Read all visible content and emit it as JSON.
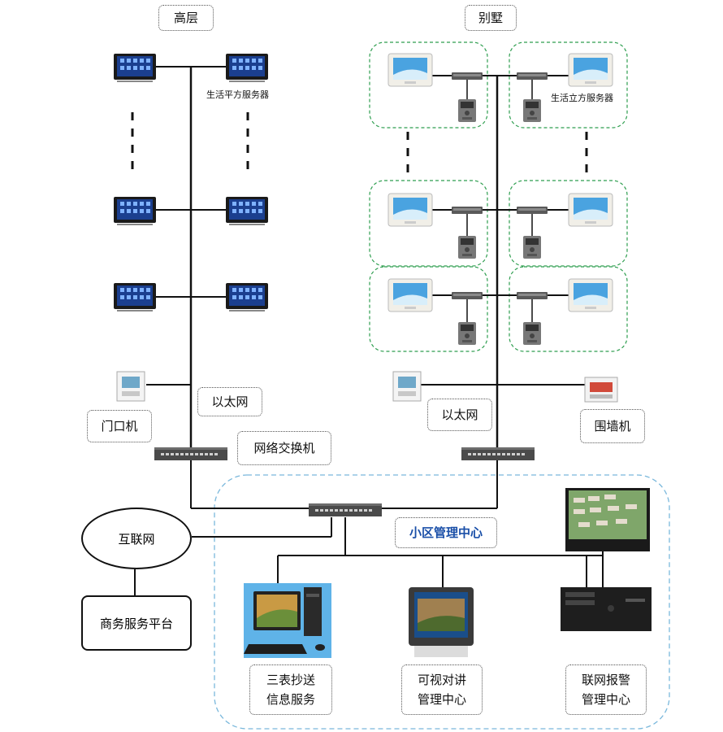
{
  "sections": {
    "highrise_label": "高层",
    "villa_label": "别墅"
  },
  "servers": {
    "highrise_server": "生活平方服务器",
    "villa_server": "生活立方服务器"
  },
  "network": {
    "ethernet_left": "以太网",
    "ethernet_right": "以太网",
    "switch_label": "网络交换机",
    "internet": "互联网",
    "business_platform": "商务服务平台"
  },
  "devices": {
    "door_unit": "门口机",
    "wall_unit": "围墙机"
  },
  "management": {
    "center_title": "小区管理中心",
    "meter_service_line1": "三表抄送",
    "meter_service_line2": "信息服务",
    "intercom_center_line1": "可视对讲",
    "intercom_center_line2": "管理中心",
    "alarm_center_line1": "联网报警",
    "alarm_center_line2": "管理中心"
  },
  "colors": {
    "line": "#111111",
    "group_border": "#2e9e4f",
    "center_border": "#7ab8dc",
    "title_blue": "#1a4fa8",
    "screen_blue": "#1b3f8f"
  }
}
